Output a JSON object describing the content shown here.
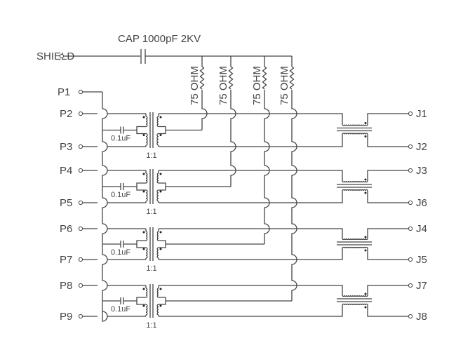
{
  "diagram": {
    "shield_label": "SHIELD",
    "shield_cap_label": "CAP 1000pF 2KV",
    "resistor_label": "75 OHM",
    "p_pins": [
      "P1",
      "P2",
      "P3",
      "P4",
      "P5",
      "P6",
      "P7",
      "P8",
      "P9"
    ],
    "j_pins": [
      "J1",
      "J2",
      "J3",
      "J6",
      "J4",
      "J5",
      "J7",
      "J8"
    ],
    "center_cap_label": "0.1uF",
    "ratio_label": "1:1",
    "channels": [
      {
        "p_top": "P2",
        "p_bottom": "P3",
        "j_top": "J1",
        "j_bottom": "J2"
      },
      {
        "p_top": "P4",
        "p_bottom": "P5",
        "j_top": "J3",
        "j_bottom": "J6"
      },
      {
        "p_top": "P6",
        "p_bottom": "P7",
        "j_top": "J4",
        "j_bottom": "J5"
      },
      {
        "p_top": "P8",
        "p_bottom": "P9",
        "j_top": "J7",
        "j_bottom": "J8"
      }
    ],
    "line_color": "#444444",
    "background": "#ffffff"
  }
}
